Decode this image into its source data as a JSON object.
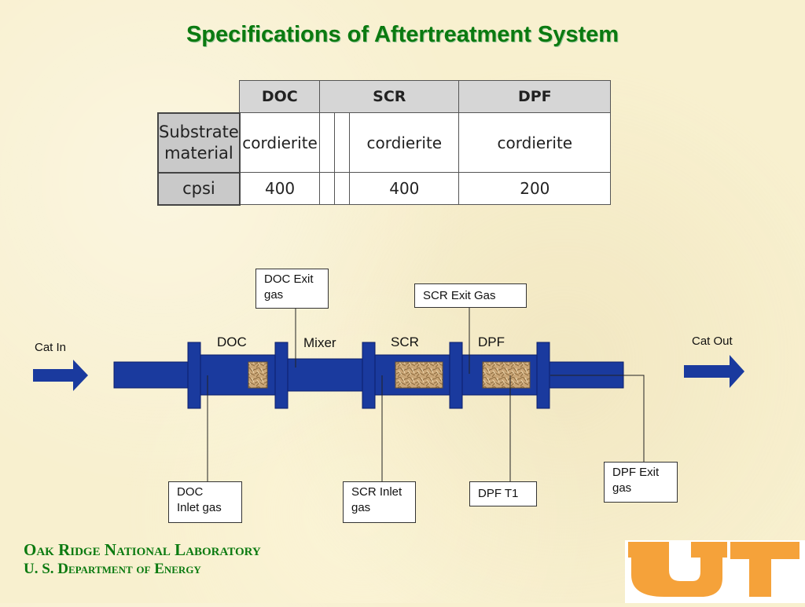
{
  "title": "Specifications of Aftertreatment System",
  "table": {
    "headers": [
      "DOC",
      "SCR",
      "DPF"
    ],
    "rows": [
      {
        "label_line1": "Substrate",
        "label_line2": "material",
        "values": [
          "cordierite",
          "cordierite",
          "cordierite"
        ]
      },
      {
        "label_line1": "cpsi",
        "label_line2": "",
        "values": [
          "400",
          "400",
          "200"
        ]
      }
    ]
  },
  "diagram": {
    "cat_in": "Cat In",
    "cat_out": "Cat Out",
    "sections": [
      "DOC",
      "Mixer",
      "SCR",
      "DPF"
    ],
    "callouts": {
      "doc_exit": [
        "DOC Exit",
        "gas"
      ],
      "scr_exit": "SCR Exit Gas",
      "doc_inlet": [
        "DOC",
        "Inlet gas"
      ],
      "scr_inlet": [
        "SCR Inlet",
        "gas"
      ],
      "dpf_t1": "DPF T1",
      "dpf_exit": [
        "DPF Exit",
        "gas"
      ]
    },
    "colors": {
      "pipe": "#1a3a9e",
      "pipe_dark": "#0c1f6b",
      "arrow": "#1a3a9e",
      "title": "#0b7a10"
    }
  },
  "footer": {
    "line1": "Oak Ridge National Laboratory",
    "line2": "U. S. Department of Energy"
  },
  "logo": {
    "text": "UT",
    "color": "#f5a23a"
  }
}
